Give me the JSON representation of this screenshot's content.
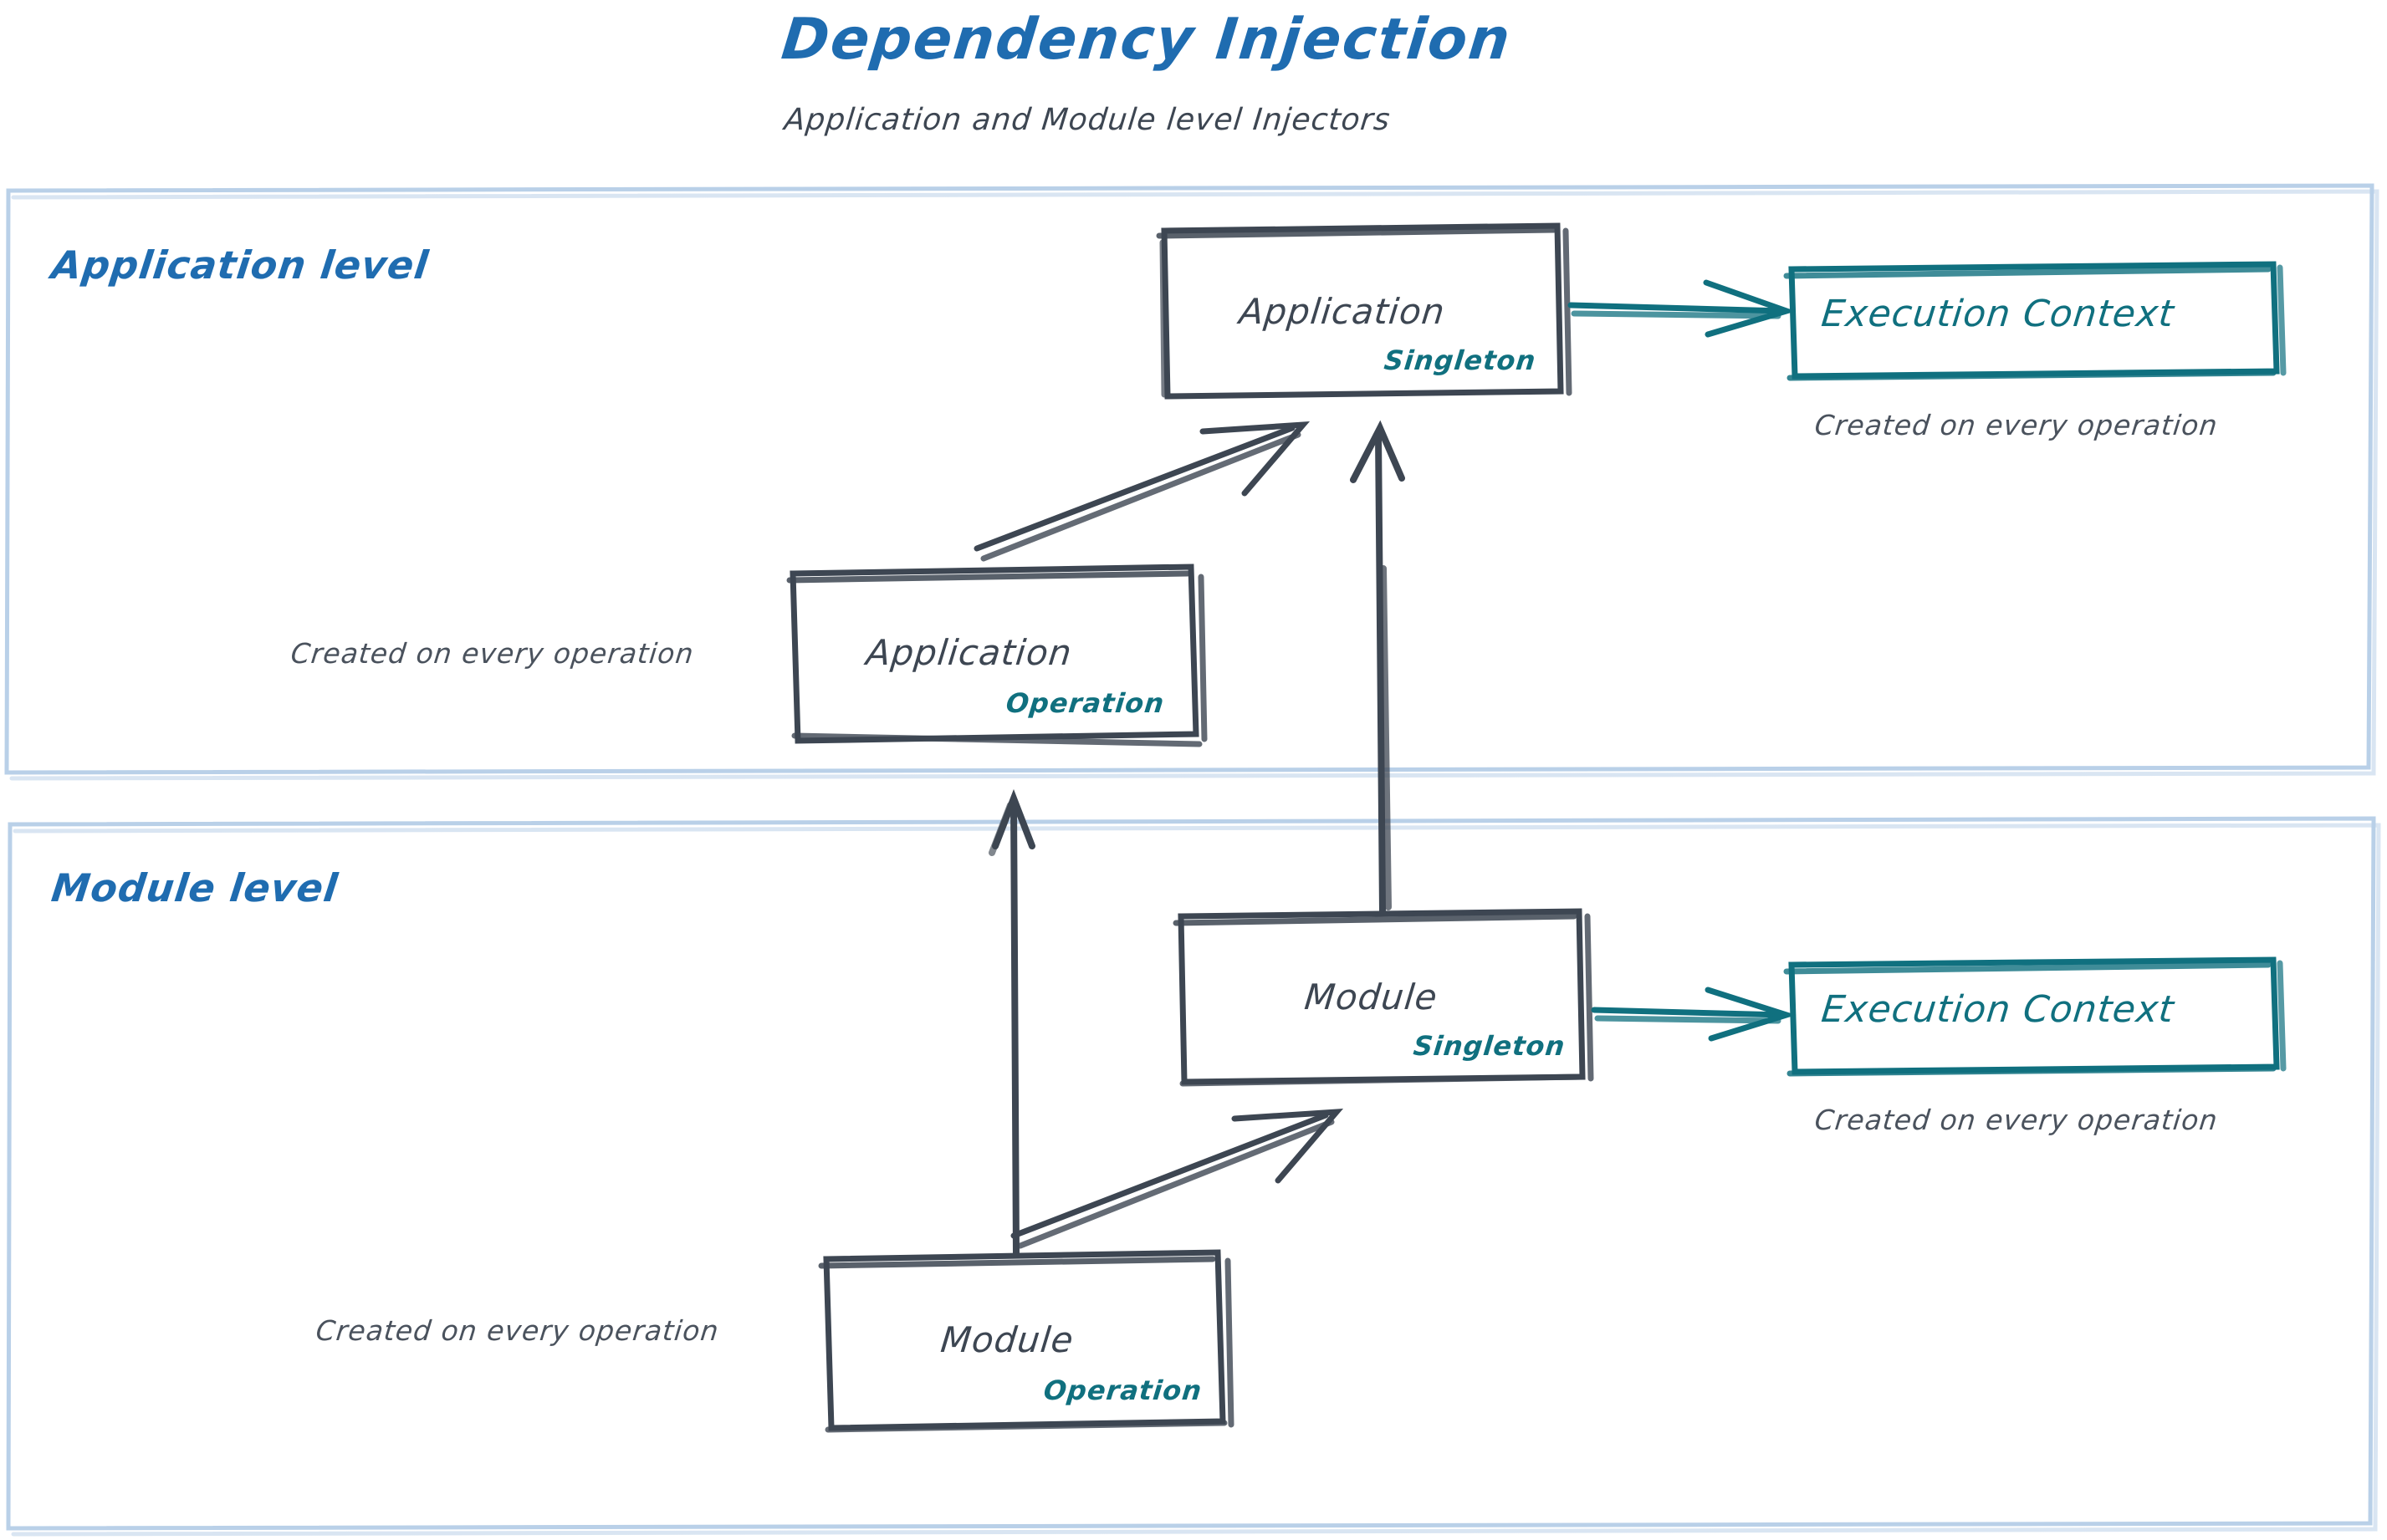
{
  "header": {
    "title": "Dependency Injection",
    "subtitle": "Application and Module level Injectors"
  },
  "colors": {
    "title_blue": "#1f6cb0",
    "panel_border_blue": "#b9d0e8",
    "ink_gray": "#3d4652",
    "teal": "#10707f",
    "background": "#ffffff"
  },
  "panels": [
    {
      "id": "application-level",
      "label": "Application level",
      "nodes": [
        {
          "id": "application-singleton",
          "title": "Application",
          "scope": "Singleton",
          "scope_color": "#10707f",
          "border_style": "sketch-gray"
        },
        {
          "id": "application-operation",
          "title": "Application",
          "scope": "Operation",
          "scope_color": "#10707f",
          "border_style": "sketch-gray",
          "caption": "Created on every operation",
          "caption_position": "left"
        },
        {
          "id": "application-execution-context",
          "title": "Execution Context",
          "border_style": "sketch-teal",
          "caption": "Created on every operation",
          "caption_position": "below"
        }
      ]
    },
    {
      "id": "module-level",
      "label": "Module level",
      "nodes": [
        {
          "id": "module-singleton",
          "title": "Module",
          "scope": "Singleton",
          "scope_color": "#10707f",
          "border_style": "sketch-gray"
        },
        {
          "id": "module-operation",
          "title": "Module",
          "scope": "Operation",
          "scope_color": "#10707f",
          "border_style": "sketch-gray",
          "caption": "Created on every operation",
          "caption_position": "left"
        },
        {
          "id": "module-execution-context",
          "title": "Execution Context",
          "border_style": "sketch-teal",
          "caption": "Created on every operation",
          "caption_position": "below"
        }
      ]
    }
  ],
  "edges": [
    {
      "id": "app-singleton-to-app-execution-context",
      "from": "application-singleton",
      "to": "application-execution-context",
      "color": "#10707f",
      "style": "sketch-arrow"
    },
    {
      "id": "app-operation-to-app-singleton",
      "from": "application-operation",
      "to": "application-singleton",
      "color": "#3d4652",
      "style": "sketch-arrow"
    },
    {
      "id": "module-singleton-to-app-singleton",
      "from": "module-singleton",
      "to": "application-singleton",
      "color": "#3d4652",
      "style": "sketch-arrow"
    },
    {
      "id": "module-operation-to-app-operation",
      "from": "module-operation",
      "to": "application-operation",
      "color": "#3d4652",
      "style": "sketch-arrow"
    },
    {
      "id": "module-operation-to-module-singleton",
      "from": "module-operation",
      "to": "module-singleton",
      "color": "#3d4652",
      "style": "sketch-arrow"
    },
    {
      "id": "module-singleton-to-module-execution-context",
      "from": "module-singleton",
      "to": "module-execution-context",
      "color": "#10707f",
      "style": "sketch-arrow"
    }
  ]
}
